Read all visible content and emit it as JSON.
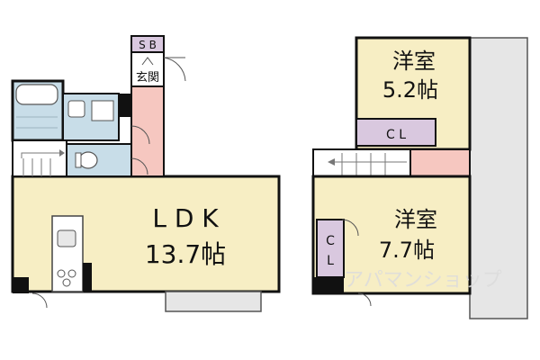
{
  "rooms": {
    "sb": "S B",
    "entrance": "玄関",
    "ldk": "L D K",
    "ldk_size": "13.7帖",
    "room1": "洋室",
    "room1_size": "5.2帖",
    "room2": "洋室",
    "room2_size": "7.7帖",
    "closet1": "C L",
    "closet2_top": "C",
    "closet2_bottom": "L"
  },
  "watermark": "アパマンショップ",
  "colors": {
    "room": "#f7eec4",
    "wet": "#c8dde8",
    "hall": "#f6c7c0",
    "closet": "#d9c8df",
    "balcony": "#e6e6e6",
    "wall": "#111111"
  }
}
